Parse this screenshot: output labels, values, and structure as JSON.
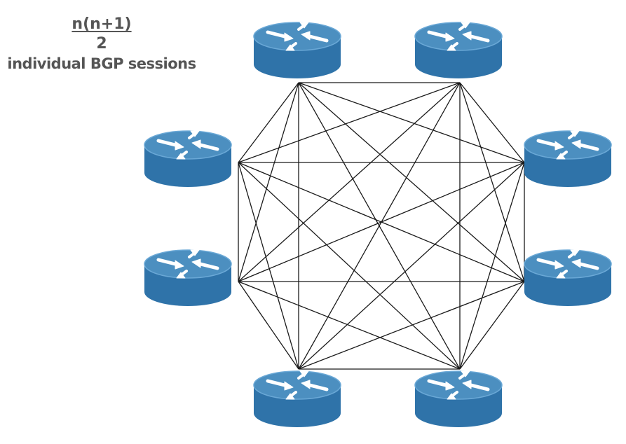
{
  "formula": {
    "numerator": "n(n+1)",
    "denominator": "2",
    "caption": "individual BGP sessions"
  },
  "diagram": {
    "router_count": 8,
    "connection": "full-mesh",
    "colors": {
      "router_top": "#4c8fc0",
      "router_side": "#2f73a9",
      "router_outline": "#5a9bcc",
      "arrow": "#ffffff",
      "link": "#1a1a1a"
    },
    "icons": [
      "router-icon"
    ]
  }
}
